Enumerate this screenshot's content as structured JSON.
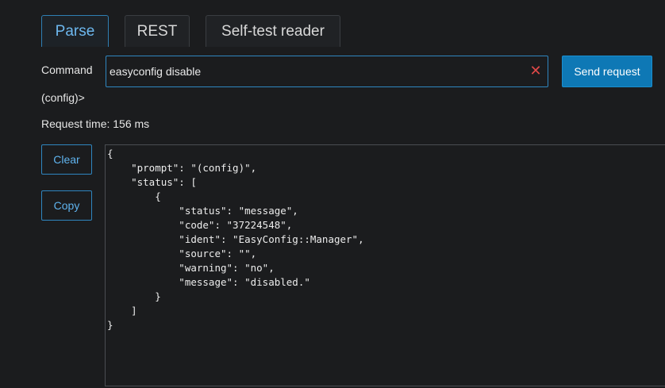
{
  "tabs": [
    {
      "label": "Parse",
      "active": true
    },
    {
      "label": "REST",
      "active": false
    },
    {
      "label": "Self-test reader",
      "active": false
    }
  ],
  "command": {
    "label": "Command",
    "value": "easyconfig disable",
    "clear_icon": "close-icon",
    "send_label": "Send request"
  },
  "prompt": "(config)>",
  "request_time": "Request time: 156 ms",
  "side_buttons": {
    "clear_label": "Clear",
    "copy_label": "Copy"
  },
  "output": {
    "text": "{\n    \"prompt\": \"(config)\",\n    \"status\": [\n        {\n            \"status\": \"message\",\n            \"code\": \"37224548\",\n            \"ident\": \"EasyConfig::Manager\",\n            \"source\": \"\",\n            \"warning\": \"no\",\n            \"message\": \"disabled.\"\n        }\n    ]\n}"
  },
  "colors": {
    "background": "#1b1c1e",
    "accent": "#0e78b5",
    "accent_border": "#2f86c0",
    "active_tab_text": "#6db8ef",
    "clear_icon": "#e04848"
  }
}
